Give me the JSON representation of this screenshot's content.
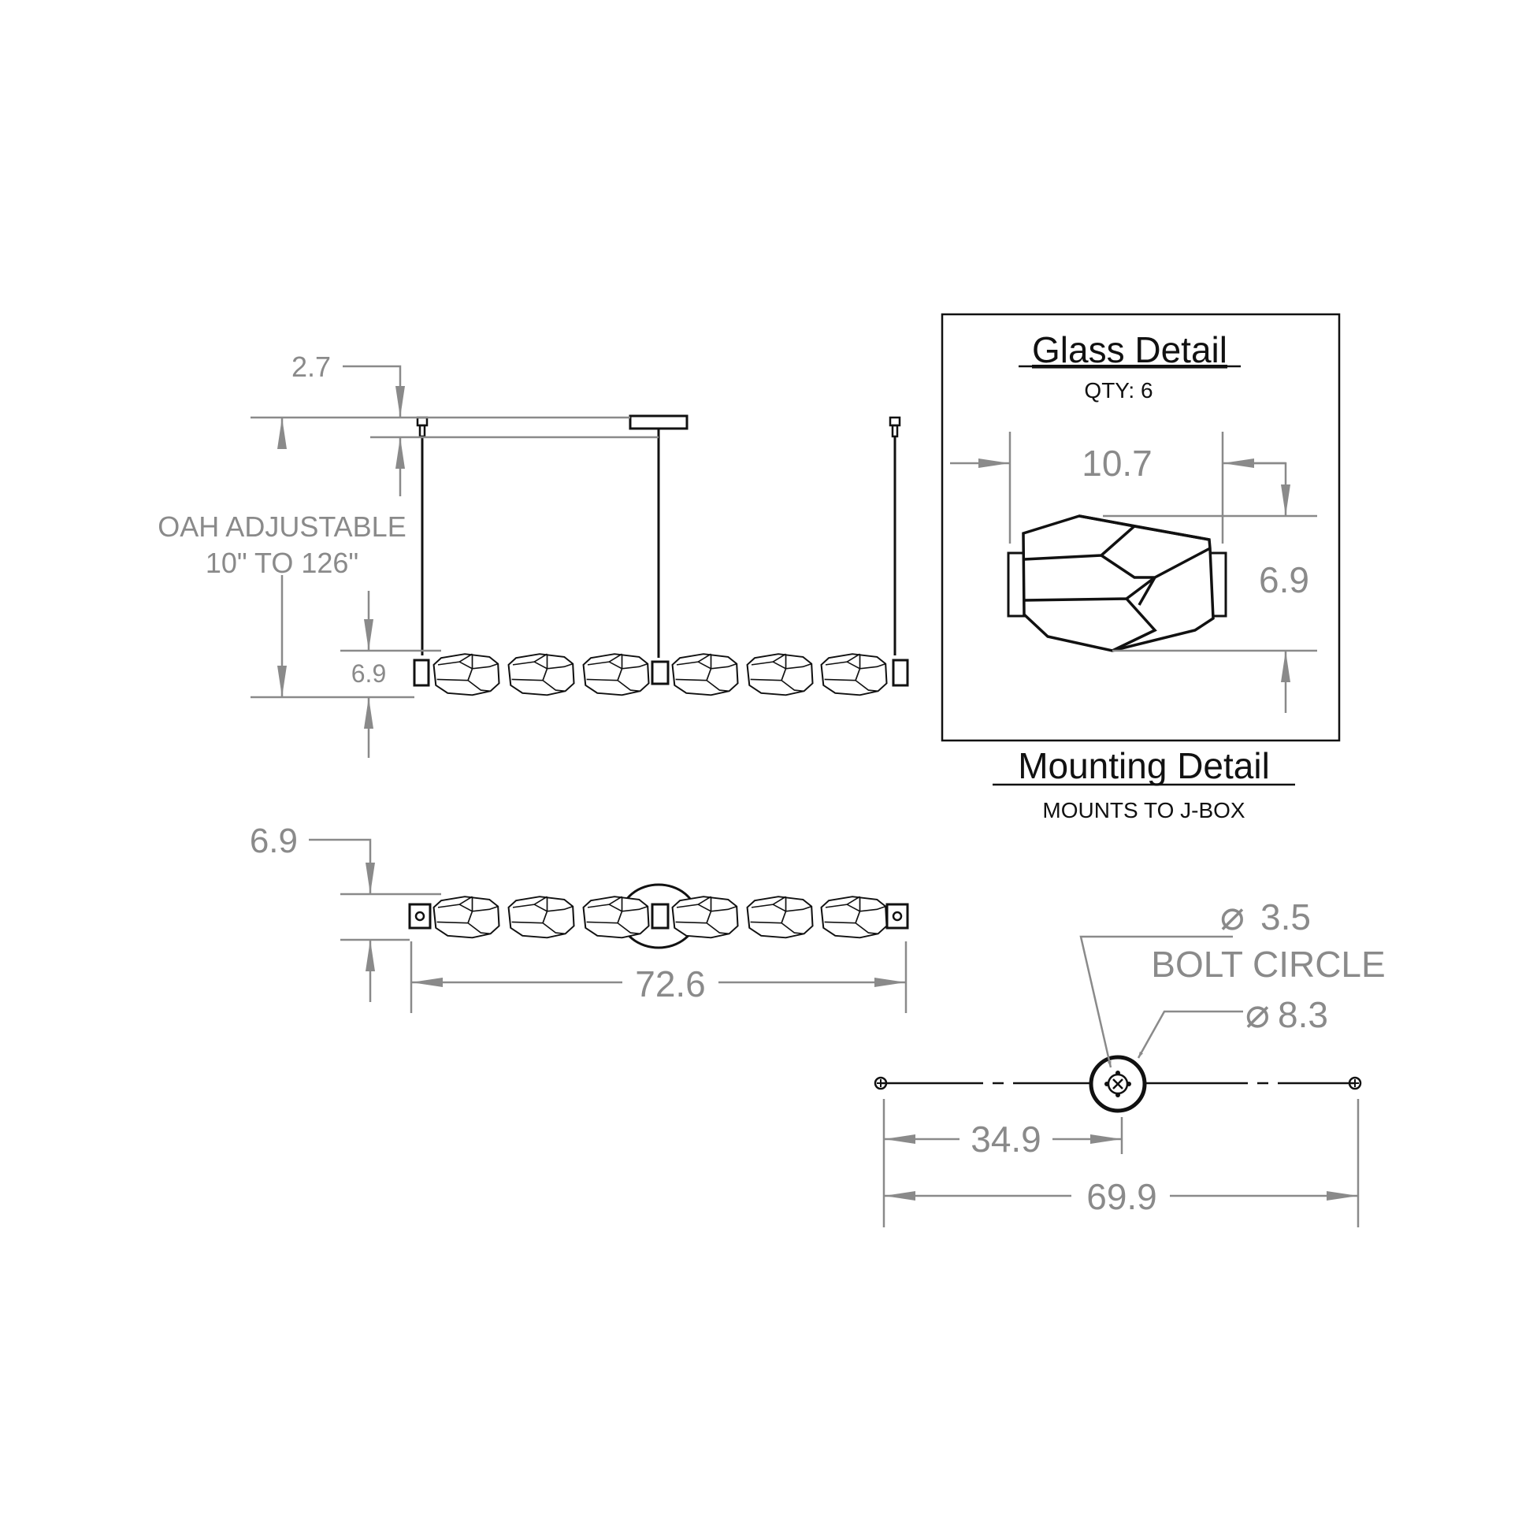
{
  "elevation": {
    "dim_canopy": "2.7",
    "oah_line1": "OAH ADJUSTABLE",
    "oah_line2": "10\" TO 126\"",
    "dim_glass_height": "6.9"
  },
  "plan": {
    "dim_height": "6.9",
    "dim_length": "72.6"
  },
  "glass_detail": {
    "title": "Glass Detail",
    "qty": "QTY: 6",
    "dim_width": "10.7",
    "dim_height": "6.9"
  },
  "mounting_detail": {
    "title": "Mounting Detail",
    "subtitle": "MOUNTS TO J-BOX",
    "dia_bolt": "3.5",
    "bolt_circle_label": "BOLT CIRCLE",
    "dia_canopy": "8.3",
    "dim_half": "34.9",
    "dim_full": "69.9"
  },
  "colors": {
    "ink": "#111111",
    "dimension": "#8a8a8a",
    "background": "#ffffff"
  }
}
